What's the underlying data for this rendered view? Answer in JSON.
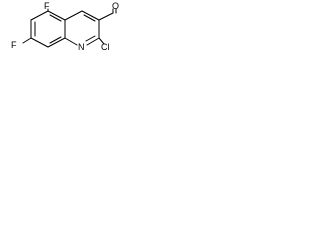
{
  "structure": {
    "atoms": {
      "fluorine_top": "F",
      "fluorine_left": "F",
      "nitrogen": "N",
      "chlorine": "Cl",
      "oxygen": "O"
    },
    "colors": {
      "bond": "#000000",
      "label": "#000000",
      "background": "#ffffff"
    }
  }
}
